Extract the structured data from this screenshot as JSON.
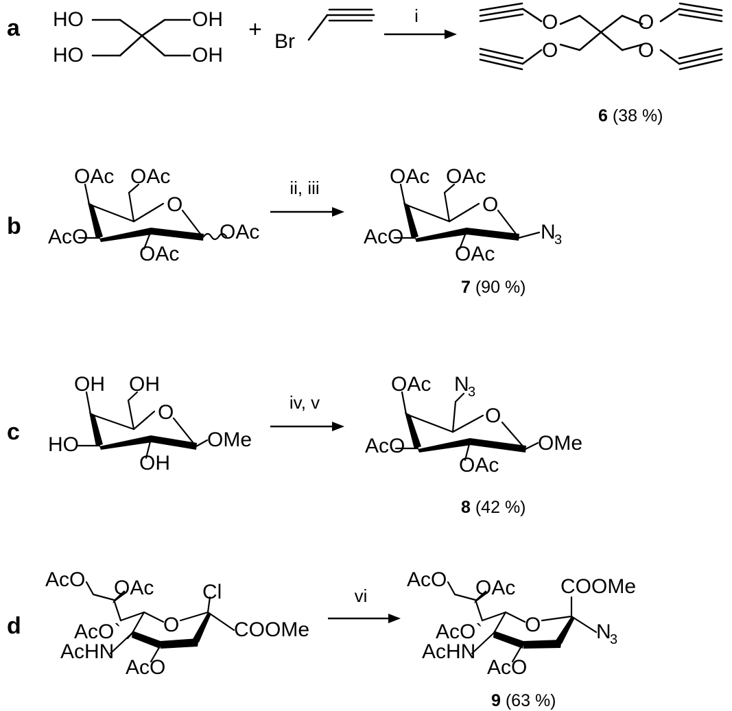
{
  "figure": {
    "type": "chemical-reaction-scheme",
    "panel_count": 4
  },
  "panels": [
    {
      "letter": "a",
      "reaction_label": "i",
      "reactants": [
        {
          "name": "pentaerythritol",
          "atom_labels": [
            "HO",
            "OH",
            "HO",
            "OH"
          ]
        },
        {
          "name": "propargyl-bromide",
          "atom_labels": [
            "Br"
          ]
        }
      ],
      "operator": "+",
      "product": {
        "name": "tetrapropargyl-pentaerythritol-ether",
        "atom_labels": [
          "O",
          "O",
          "O",
          "O"
        ],
        "number": "6",
        "yield": "(38 %)"
      }
    },
    {
      "letter": "b",
      "reaction_label": "ii, iii",
      "reactants": [
        {
          "name": "penta-O-acetyl-glucopyranose",
          "atom_labels": [
            "OAc",
            "OAc",
            "O",
            "AcO",
            "OAc",
            "OAc"
          ]
        }
      ],
      "product": {
        "name": "tetra-O-acetyl-glucopyranosyl-azide",
        "atom_labels": [
          "OAc",
          "OAc",
          "O",
          "AcO",
          "OAc",
          "N",
          "3"
        ],
        "number": "7",
        "yield": "(90 %)"
      }
    },
    {
      "letter": "c",
      "reaction_label": "iv, v",
      "reactants": [
        {
          "name": "methyl-glycopyranoside",
          "atom_labels": [
            "OH",
            "OH",
            "O",
            "HO",
            "OH",
            "OMe"
          ]
        }
      ],
      "product": {
        "name": "methyl-6-azido-tri-O-acetyl-glycopyranoside",
        "atom_labels": [
          "OAc",
          "N",
          "3",
          "O",
          "AcO",
          "OAc",
          "OMe"
        ],
        "number": "8",
        "yield": "(42 %)"
      }
    },
    {
      "letter": "d",
      "reaction_label": "vi",
      "reactants": [
        {
          "name": "sialic-acid-chloride-methyl-ester",
          "atom_labels": [
            "AcO",
            "OAc",
            "Cl",
            "O",
            "COOMe",
            "AcO",
            "AcHN",
            "AcO"
          ]
        }
      ],
      "product": {
        "name": "sialyl-azide-methyl-ester",
        "atom_labels": [
          "AcO",
          "OAc",
          "COOMe",
          "O",
          "N",
          "3",
          "AcO",
          "AcHN",
          "AcO"
        ],
        "number": "9",
        "yield": "(63 %)"
      }
    }
  ],
  "atoms": {
    "HO": "HO",
    "OH": "OH",
    "Br": "Br",
    "O": "O",
    "OAc": "OAc",
    "AcO": "AcO",
    "OMe": "OMe",
    "N": "N",
    "sub3": "3",
    "Cl": "Cl",
    "COOMe": "COOMe",
    "AcHN": "AcHN",
    "AcO_prime": "AcO`"
  },
  "colors": {
    "ink": "#000000",
    "background": "#ffffff"
  }
}
